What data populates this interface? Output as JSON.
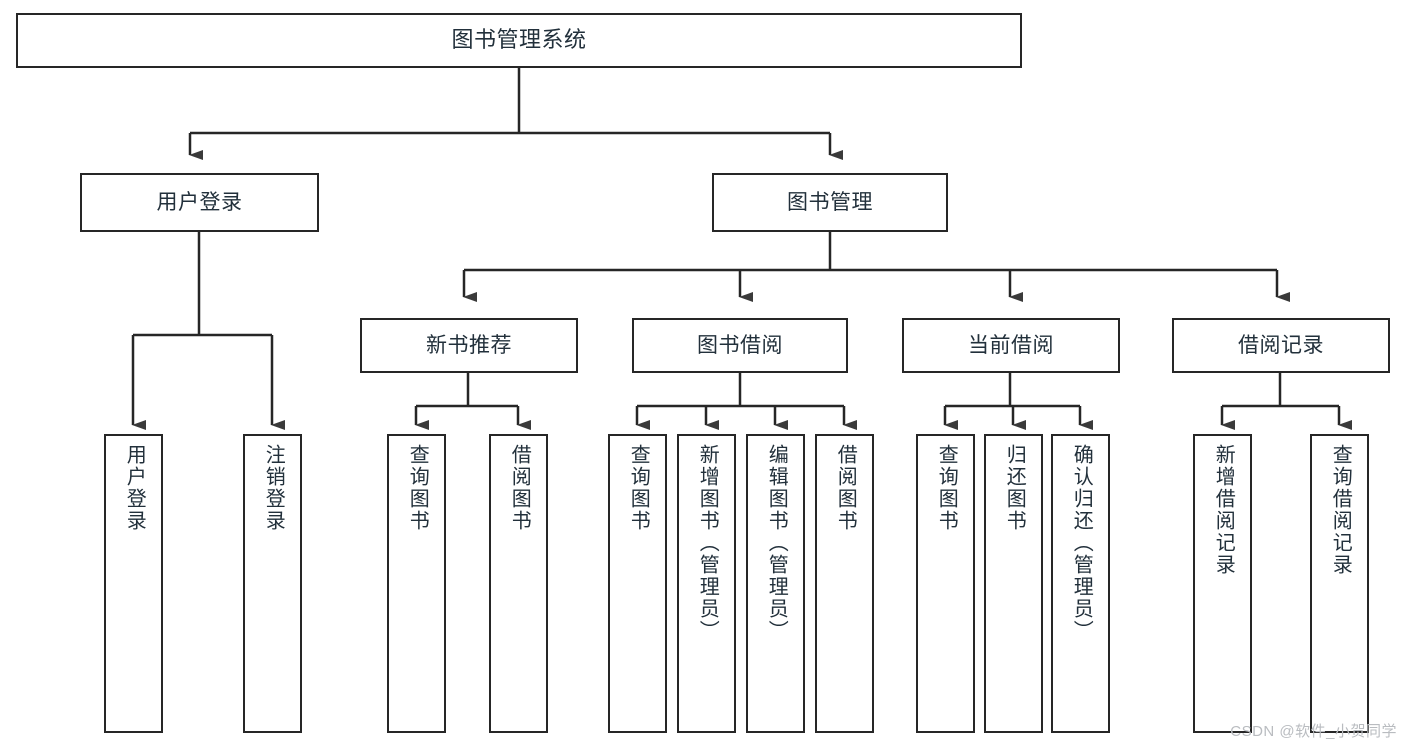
{
  "diagram": {
    "title": "图书管理系统",
    "watermark": "CSDN @软件_小贺同学",
    "colors": {
      "stroke": "#262626",
      "text": "#22303b",
      "background": "#ffffff",
      "arrow": "#3a3a3a",
      "watermark": "#b9bcc0"
    },
    "root": {
      "label": "图书管理系统"
    },
    "level2": [
      {
        "label": "用户登录"
      },
      {
        "label": "图书管理"
      }
    ],
    "level3": [
      {
        "label": "新书推荐"
      },
      {
        "label": "图书借阅"
      },
      {
        "label": "当前借阅"
      },
      {
        "label": "借阅记录"
      }
    ],
    "leaves": {
      "user_login": [
        {
          "label": "用户登录"
        },
        {
          "label": "注销登录"
        }
      ],
      "new_book": [
        {
          "label": "查询图书"
        },
        {
          "label": "借阅图书"
        }
      ],
      "book_borrow": [
        {
          "label": "查询图书"
        },
        {
          "label": "新增图书（管理员）"
        },
        {
          "label": "编辑图书（管理员）"
        },
        {
          "label": "借阅图书"
        }
      ],
      "current_borrow": [
        {
          "label": "查询图书"
        },
        {
          "label": "归还图书"
        },
        {
          "label": "确认归还（管理员）"
        }
      ],
      "borrow_record": [
        {
          "label": "新增借阅记录"
        },
        {
          "label": "查询借阅记录"
        }
      ]
    }
  }
}
